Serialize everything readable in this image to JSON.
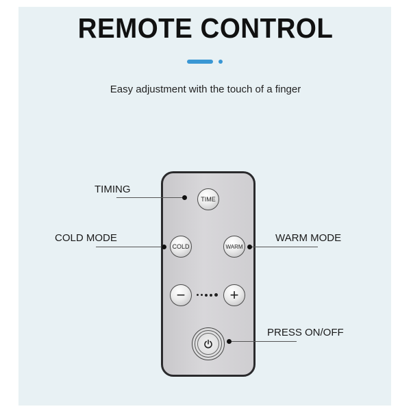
{
  "header": {
    "title": "REMOTE CONTROL",
    "subtitle": "Easy adjustment with the touch of a finger",
    "accent_color": "#3a97d4"
  },
  "remote": {
    "buttons": {
      "time": "TIME",
      "cold": "COLD",
      "warm": "WARM",
      "minus": "−",
      "plus": "+",
      "power": "power-icon"
    },
    "level_dots": 5
  },
  "callouts": {
    "timing": "TIMING",
    "cold_mode": "COLD MODE",
    "warm_mode": "WARM MODE",
    "power": "PRESS ON/OFF"
  },
  "colors": {
    "background_panel": "#e8f1f4",
    "remote_body": "#d0cfd2",
    "remote_border": "#2a2a2c"
  }
}
